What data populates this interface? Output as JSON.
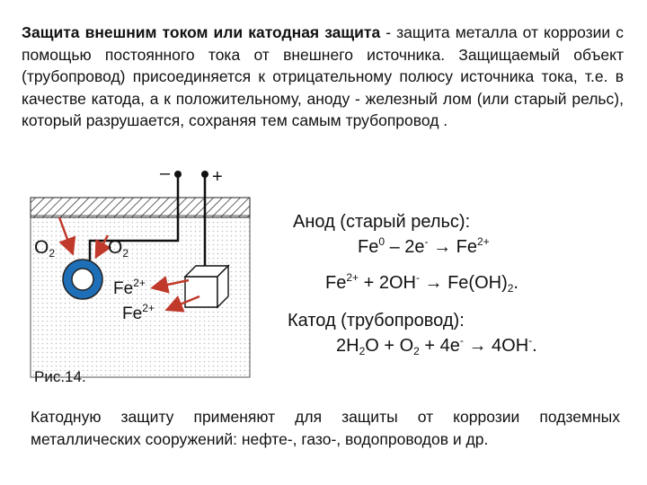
{
  "intro": {
    "bold": "Защита внешним током или катодная защита",
    "rest": " - защита металла от коррозии с помощью постоянного тока от внешнего источника. Защищаемый объект (трубопровод) присоединяется к отрицательному полюсу источника тока, т.е. в качестве катода, а к положительному, аноду - железный лом (или старый рельс), который разрушается, сохраняя тем самым трубопровод ."
  },
  "figure": {
    "minus": "–",
    "plus": "+",
    "o2_left": "O",
    "o2_left_sub": "2",
    "o2_right": "O",
    "o2_right_sub": "2",
    "fe_a": "Fe",
    "fe_a_sup": "2+",
    "fe_b": "Fe",
    "fe_b_sup": "2+"
  },
  "equations": {
    "anode_title": "Анод (старый рельс):",
    "anode_1a": "Fe",
    "anode_1a_sup": "0",
    "anode_1b": " – 2e",
    "anode_1b_sup": "-",
    "anode_1c": " → Fe",
    "anode_1c_sup": "2+",
    "anode_2a": "Fe",
    "anode_2a_sup": "2+",
    "anode_2b": " + 2OH",
    "anode_2b_sup": "-",
    "anode_2c": " → Fe(OH)",
    "anode_2c_sub": "2",
    "anode_2d": ".",
    "cathode_title": "Катод (трубопровод):",
    "cathode_a": "2H",
    "cathode_a_sub": "2",
    "cathode_b": "O + O",
    "cathode_b_sub": "2",
    "cathode_c": " +  4e",
    "cathode_c_sup": "-",
    "cathode_d": " → 4OH",
    "cathode_d_sup": "-",
    "cathode_e": "."
  },
  "caption": "Рис.14.",
  "outro": "Катодную защиту применяют для защиты от коррозии подземных металлических сооружений: нефте-, газо-, водопроводов и др.",
  "colors": {
    "pipe_blue": "#1e6fb8",
    "arrow_red": "#c0392b",
    "soil_dot": "#bdbdbd"
  }
}
